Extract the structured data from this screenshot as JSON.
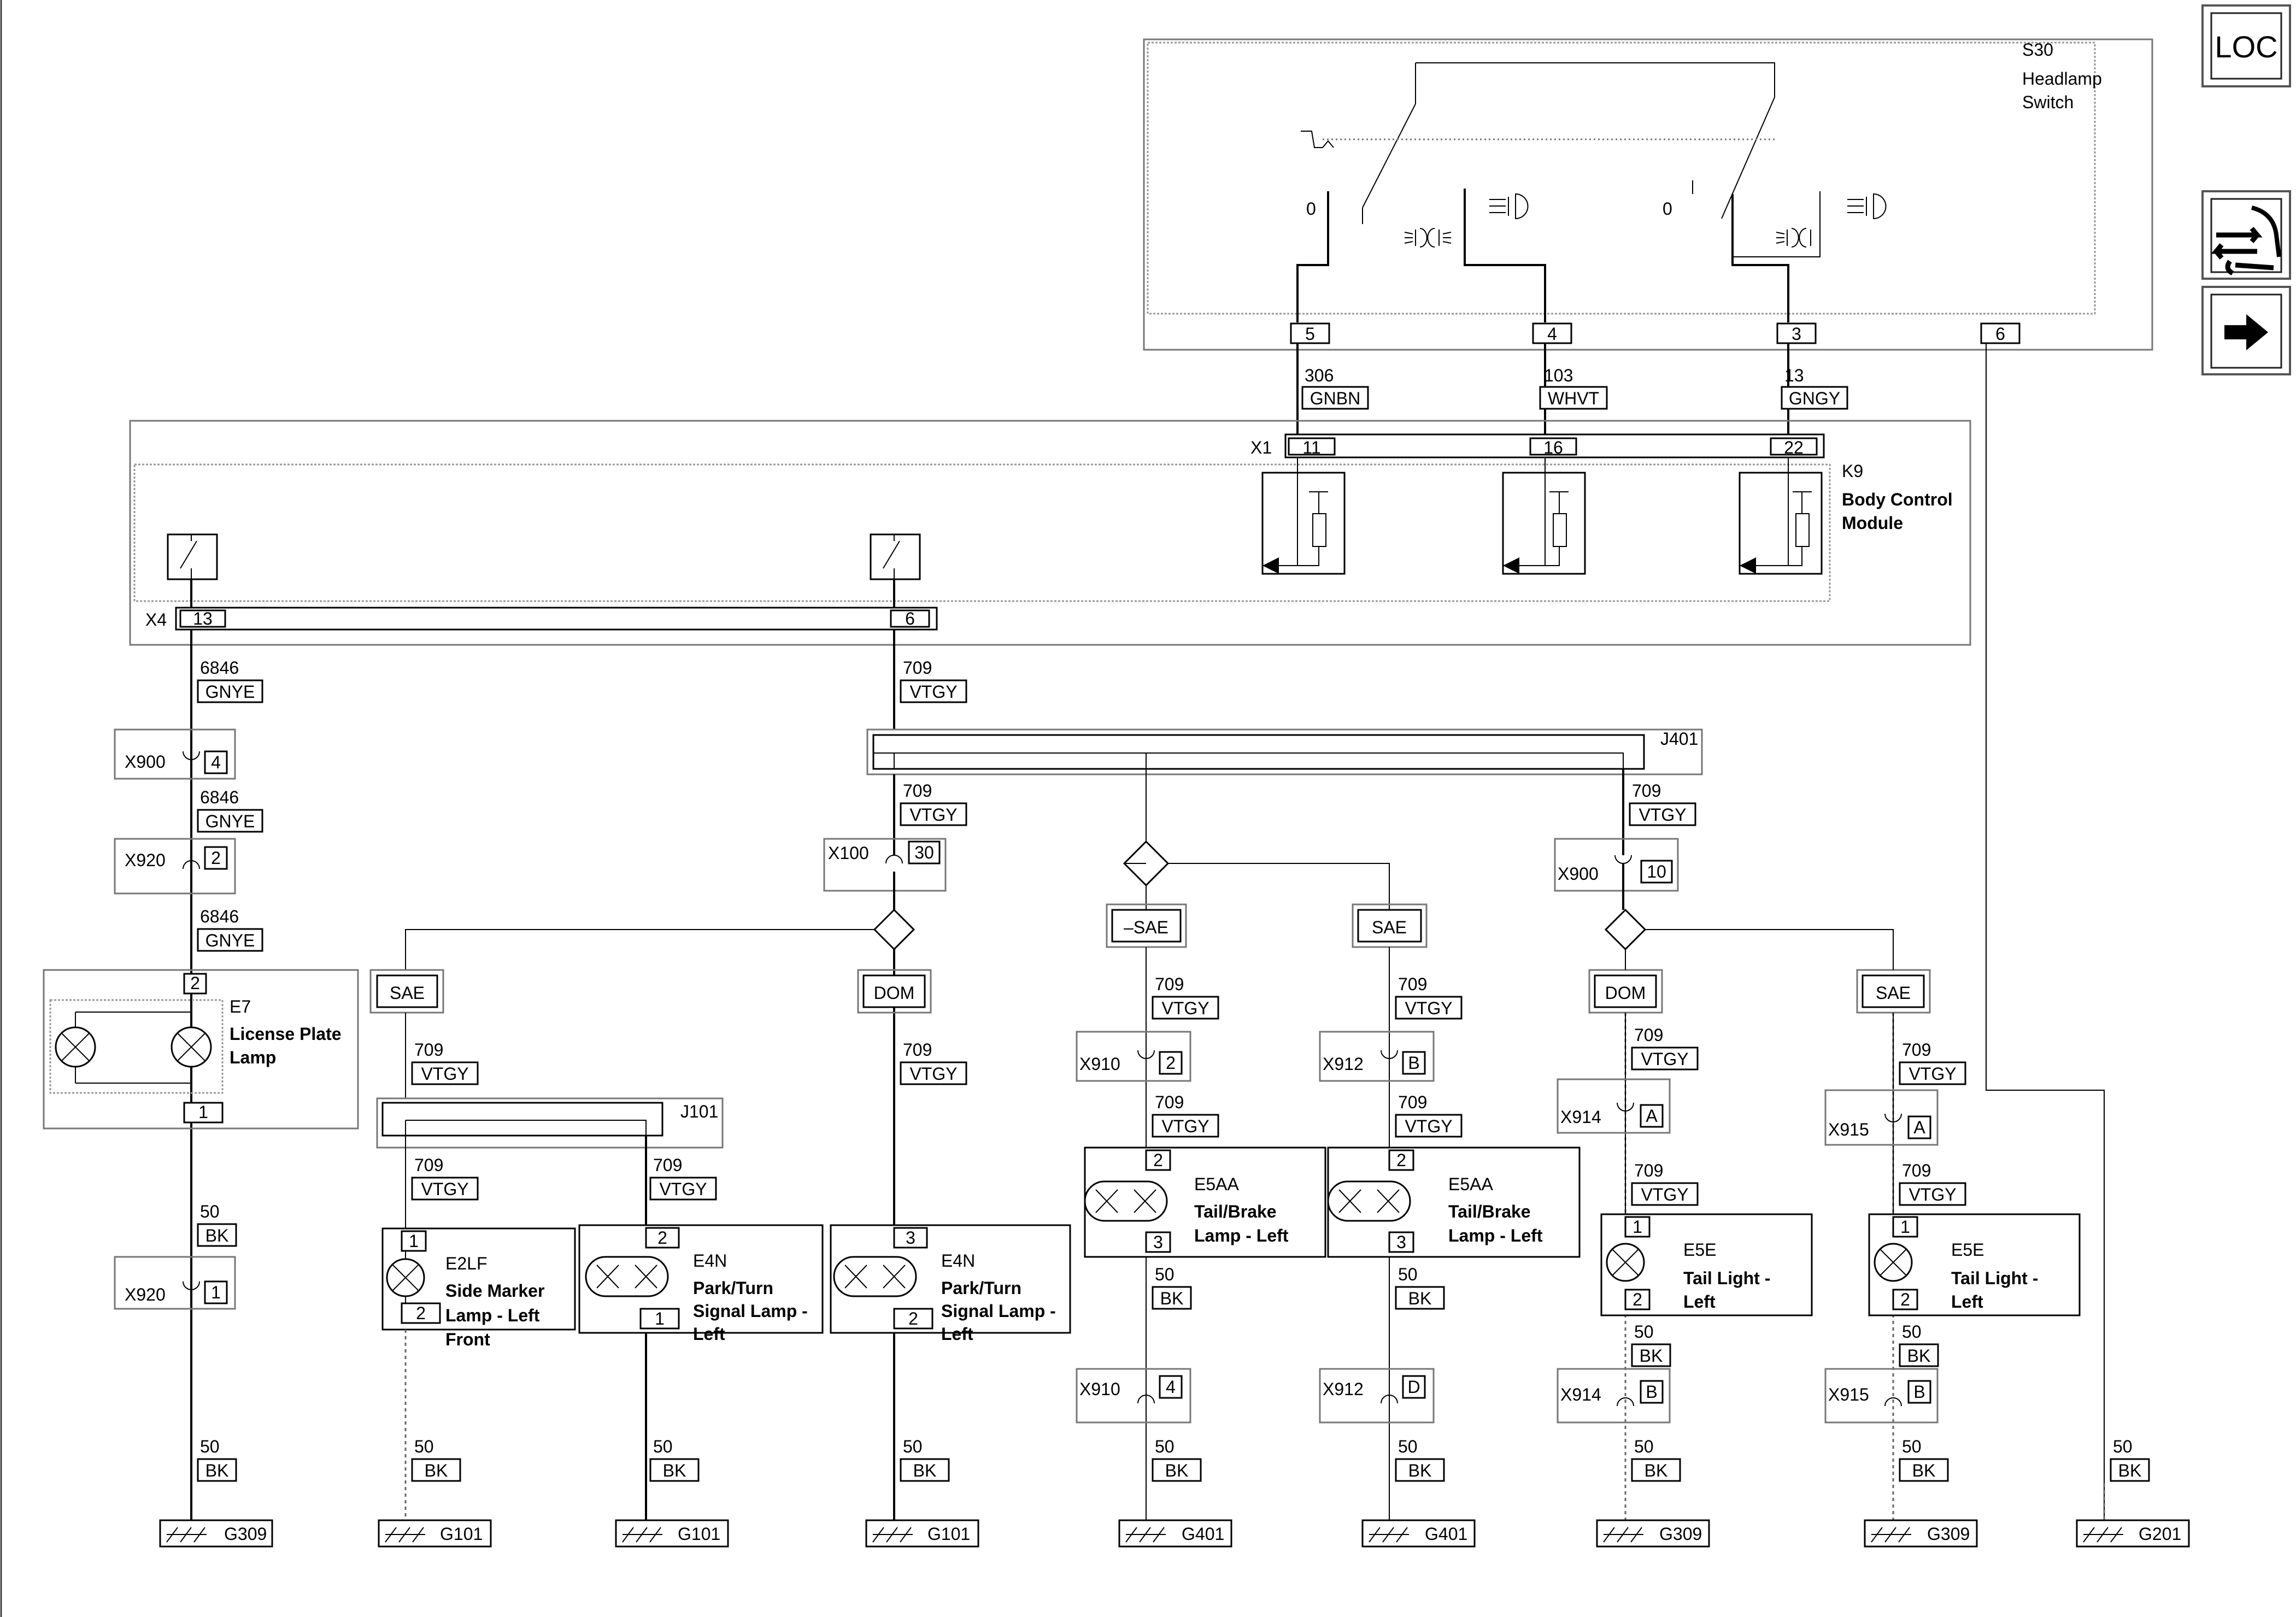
{
  "nav": {
    "loc_label": "LOC"
  },
  "switch": {
    "ref": "S30",
    "name_line1": "Headlamp",
    "name_line2": "Switch",
    "pos_off_a": "0",
    "pos_off_b": "0",
    "pins": [
      "5",
      "4",
      "3",
      "6"
    ]
  },
  "switch_wires": [
    {
      "circuit": "306",
      "color": "GNBN"
    },
    {
      "circuit": "103",
      "color": "WHVT"
    },
    {
      "circuit": "13",
      "color": "GNGY"
    }
  ],
  "bcm": {
    "ref": "K9",
    "name_line1": "Body Control",
    "name_line2": "Module",
    "x1": "X1",
    "x1_pins": [
      "11",
      "16",
      "22"
    ],
    "x4": "X4",
    "x4_pins": [
      "13",
      "6"
    ]
  },
  "left_chain": {
    "w1": {
      "circuit": "6846",
      "color": "GNYE"
    },
    "c1": {
      "ref": "X900",
      "pin": "4"
    },
    "w2": {
      "circuit": "6846",
      "color": "GNYE"
    },
    "c2": {
      "ref": "X920",
      "pin": "2"
    },
    "w3": {
      "circuit": "6846",
      "color": "GNYE"
    },
    "lamp": {
      "ref": "E7",
      "line1": "License Plate",
      "line2": "Lamp",
      "pin_top": "2",
      "pin_bot": "1"
    },
    "w4": {
      "circuit": "50",
      "color": "BK"
    },
    "c3": {
      "ref": "X920",
      "pin": "1"
    },
    "w5": {
      "circuit": "50",
      "color": "BK"
    },
    "ground": "G309"
  },
  "mid_chain": {
    "w1": {
      "circuit": "709",
      "color": "VTGY"
    },
    "splice": "J401",
    "w2": {
      "circuit": "709",
      "color": "VTGY"
    },
    "c1": {
      "ref": "X100",
      "pin": "30"
    }
  },
  "opt_sae_1": "SAE",
  "opt_dom_1": "DOM",
  "opt_nsae": "–SAE",
  "opt_sae_2": "SAE",
  "opt_dom_2": "DOM",
  "opt_sae_3": "SAE",
  "branch_sae": {
    "w1": {
      "circuit": "709",
      "color": "VTGY"
    },
    "splice": "J101",
    "w_a": {
      "circuit": "709",
      "color": "VTGY"
    },
    "w_b": {
      "circuit": "709",
      "color": "VTGY"
    },
    "lamp_a": {
      "ref": "E2LF",
      "line1": "Side Marker",
      "line2": "Lamp - Left",
      "line3": "Front",
      "pin_top": "1",
      "pin_bot": "2"
    },
    "lamp_b": {
      "ref": "E4N",
      "line1": "Park/Turn",
      "line2": "Signal Lamp -",
      "line3": "Left",
      "pin_top": "2",
      "pin_bot": "1"
    },
    "gw_a": {
      "circuit": "50",
      "color": "BK"
    },
    "gw_b": {
      "circuit": "50",
      "color": "BK"
    },
    "ground_a": "G101",
    "ground_b": "G101"
  },
  "branch_dom": {
    "w1": {
      "circuit": "709",
      "color": "VTGY"
    },
    "lamp": {
      "ref": "E4N",
      "line1": "Park/Turn",
      "line2": "Signal Lamp -",
      "line3": "Left",
      "pin_top": "3",
      "pin_bot": "2"
    },
    "gw": {
      "circuit": "50",
      "color": "BK"
    },
    "ground": "G101"
  },
  "branch_nsae": {
    "w1": {
      "circuit": "709",
      "color": "VTGY"
    },
    "c1": {
      "ref": "X910",
      "pin": "2"
    },
    "w2": {
      "circuit": "709",
      "color": "VTGY"
    },
    "lamp": {
      "ref": "E5AA",
      "line1": "Tail/Brake",
      "line2": "Lamp - Left",
      "pin_top": "2",
      "pin_bot": "3"
    },
    "w3": {
      "circuit": "50",
      "color": "BK"
    },
    "c2": {
      "ref": "X910",
      "pin": "4"
    },
    "w4": {
      "circuit": "50",
      "color": "BK"
    },
    "ground": "G401"
  },
  "branch_sae2": {
    "w1": {
      "circuit": "709",
      "color": "VTGY"
    },
    "c1": {
      "ref": "X912",
      "pin": "B"
    },
    "w2": {
      "circuit": "709",
      "color": "VTGY"
    },
    "lamp": {
      "ref": "E5AA",
      "line1": "Tail/Brake",
      "line2": "Lamp - Left",
      "pin_top": "2",
      "pin_bot": "3"
    },
    "w3": {
      "circuit": "50",
      "color": "BK"
    },
    "c2": {
      "ref": "X912",
      "pin": "D"
    },
    "w4": {
      "circuit": "50",
      "color": "BK"
    },
    "ground": "G401"
  },
  "right_chain": {
    "w1": {
      "circuit": "709",
      "color": "VTGY"
    },
    "c1": {
      "ref": "X900",
      "pin": "10"
    }
  },
  "branch_dom2": {
    "w1": {
      "circuit": "709",
      "color": "VTGY"
    },
    "c1": {
      "ref": "X914",
      "pin": "A"
    },
    "w2": {
      "circuit": "709",
      "color": "VTGY"
    },
    "lamp": {
      "ref": "E5E",
      "line1": "Tail Light -",
      "line2": "Left",
      "pin_top": "1",
      "pin_bot": "2"
    },
    "w3": {
      "circuit": "50",
      "color": "BK"
    },
    "c2": {
      "ref": "X914",
      "pin": "B"
    },
    "w4": {
      "circuit": "50",
      "color": "BK"
    },
    "ground": "G309"
  },
  "branch_sae3": {
    "w1": {
      "circuit": "709",
      "color": "VTGY"
    },
    "c1": {
      "ref": "X915",
      "pin": "A"
    },
    "w2": {
      "circuit": "709",
      "color": "VTGY"
    },
    "lamp": {
      "ref": "E5E",
      "line1": "Tail Light -",
      "line2": "Left",
      "pin_top": "1",
      "pin_bot": "2"
    },
    "w3": {
      "circuit": "50",
      "color": "BK"
    },
    "c2": {
      "ref": "X915",
      "pin": "B"
    },
    "w4": {
      "circuit": "50",
      "color": "BK"
    },
    "ground": "G309"
  },
  "switch_ground": {
    "w1": {
      "circuit": "50",
      "color": "BK"
    },
    "ground": "G201"
  }
}
